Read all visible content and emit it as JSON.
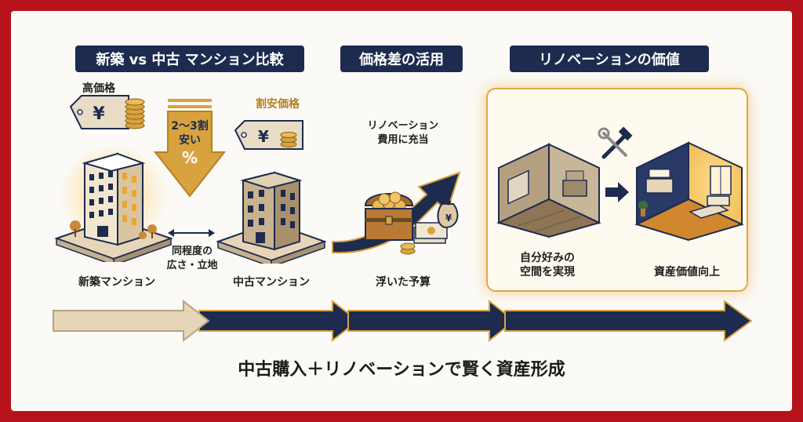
{
  "headers": {
    "compare": "新築 vs 中古 マンション比較",
    "price_diff": "価格差の活用",
    "renovation_value": "リノベーションの価値"
  },
  "tags": {
    "high_price": "高価格",
    "low_price": "割安価格",
    "yen": "¥"
  },
  "discount": {
    "line1": "2〜3割",
    "line2": "安い",
    "symbol": "%"
  },
  "compare": {
    "same_line1": "同程度の",
    "same_line2": "広さ・立地",
    "new_building": "新築マンション",
    "used_building": "中古マンション"
  },
  "budget": {
    "use_line1": "リノベーション",
    "use_line2": "費用に充当",
    "caption": "浮いた予算"
  },
  "renovation": {
    "space_line1": "自分好みの",
    "space_line2": "空間を実現",
    "asset_up": "資産価値向上"
  },
  "footer": {
    "tagline": "中古購入＋リノベーションで賢く資産形成"
  },
  "colors": {
    "navy": "#1d2b4f",
    "gold": "#d8a23f",
    "beige": "#e6d5b8",
    "frame_red": "#b5121b"
  }
}
